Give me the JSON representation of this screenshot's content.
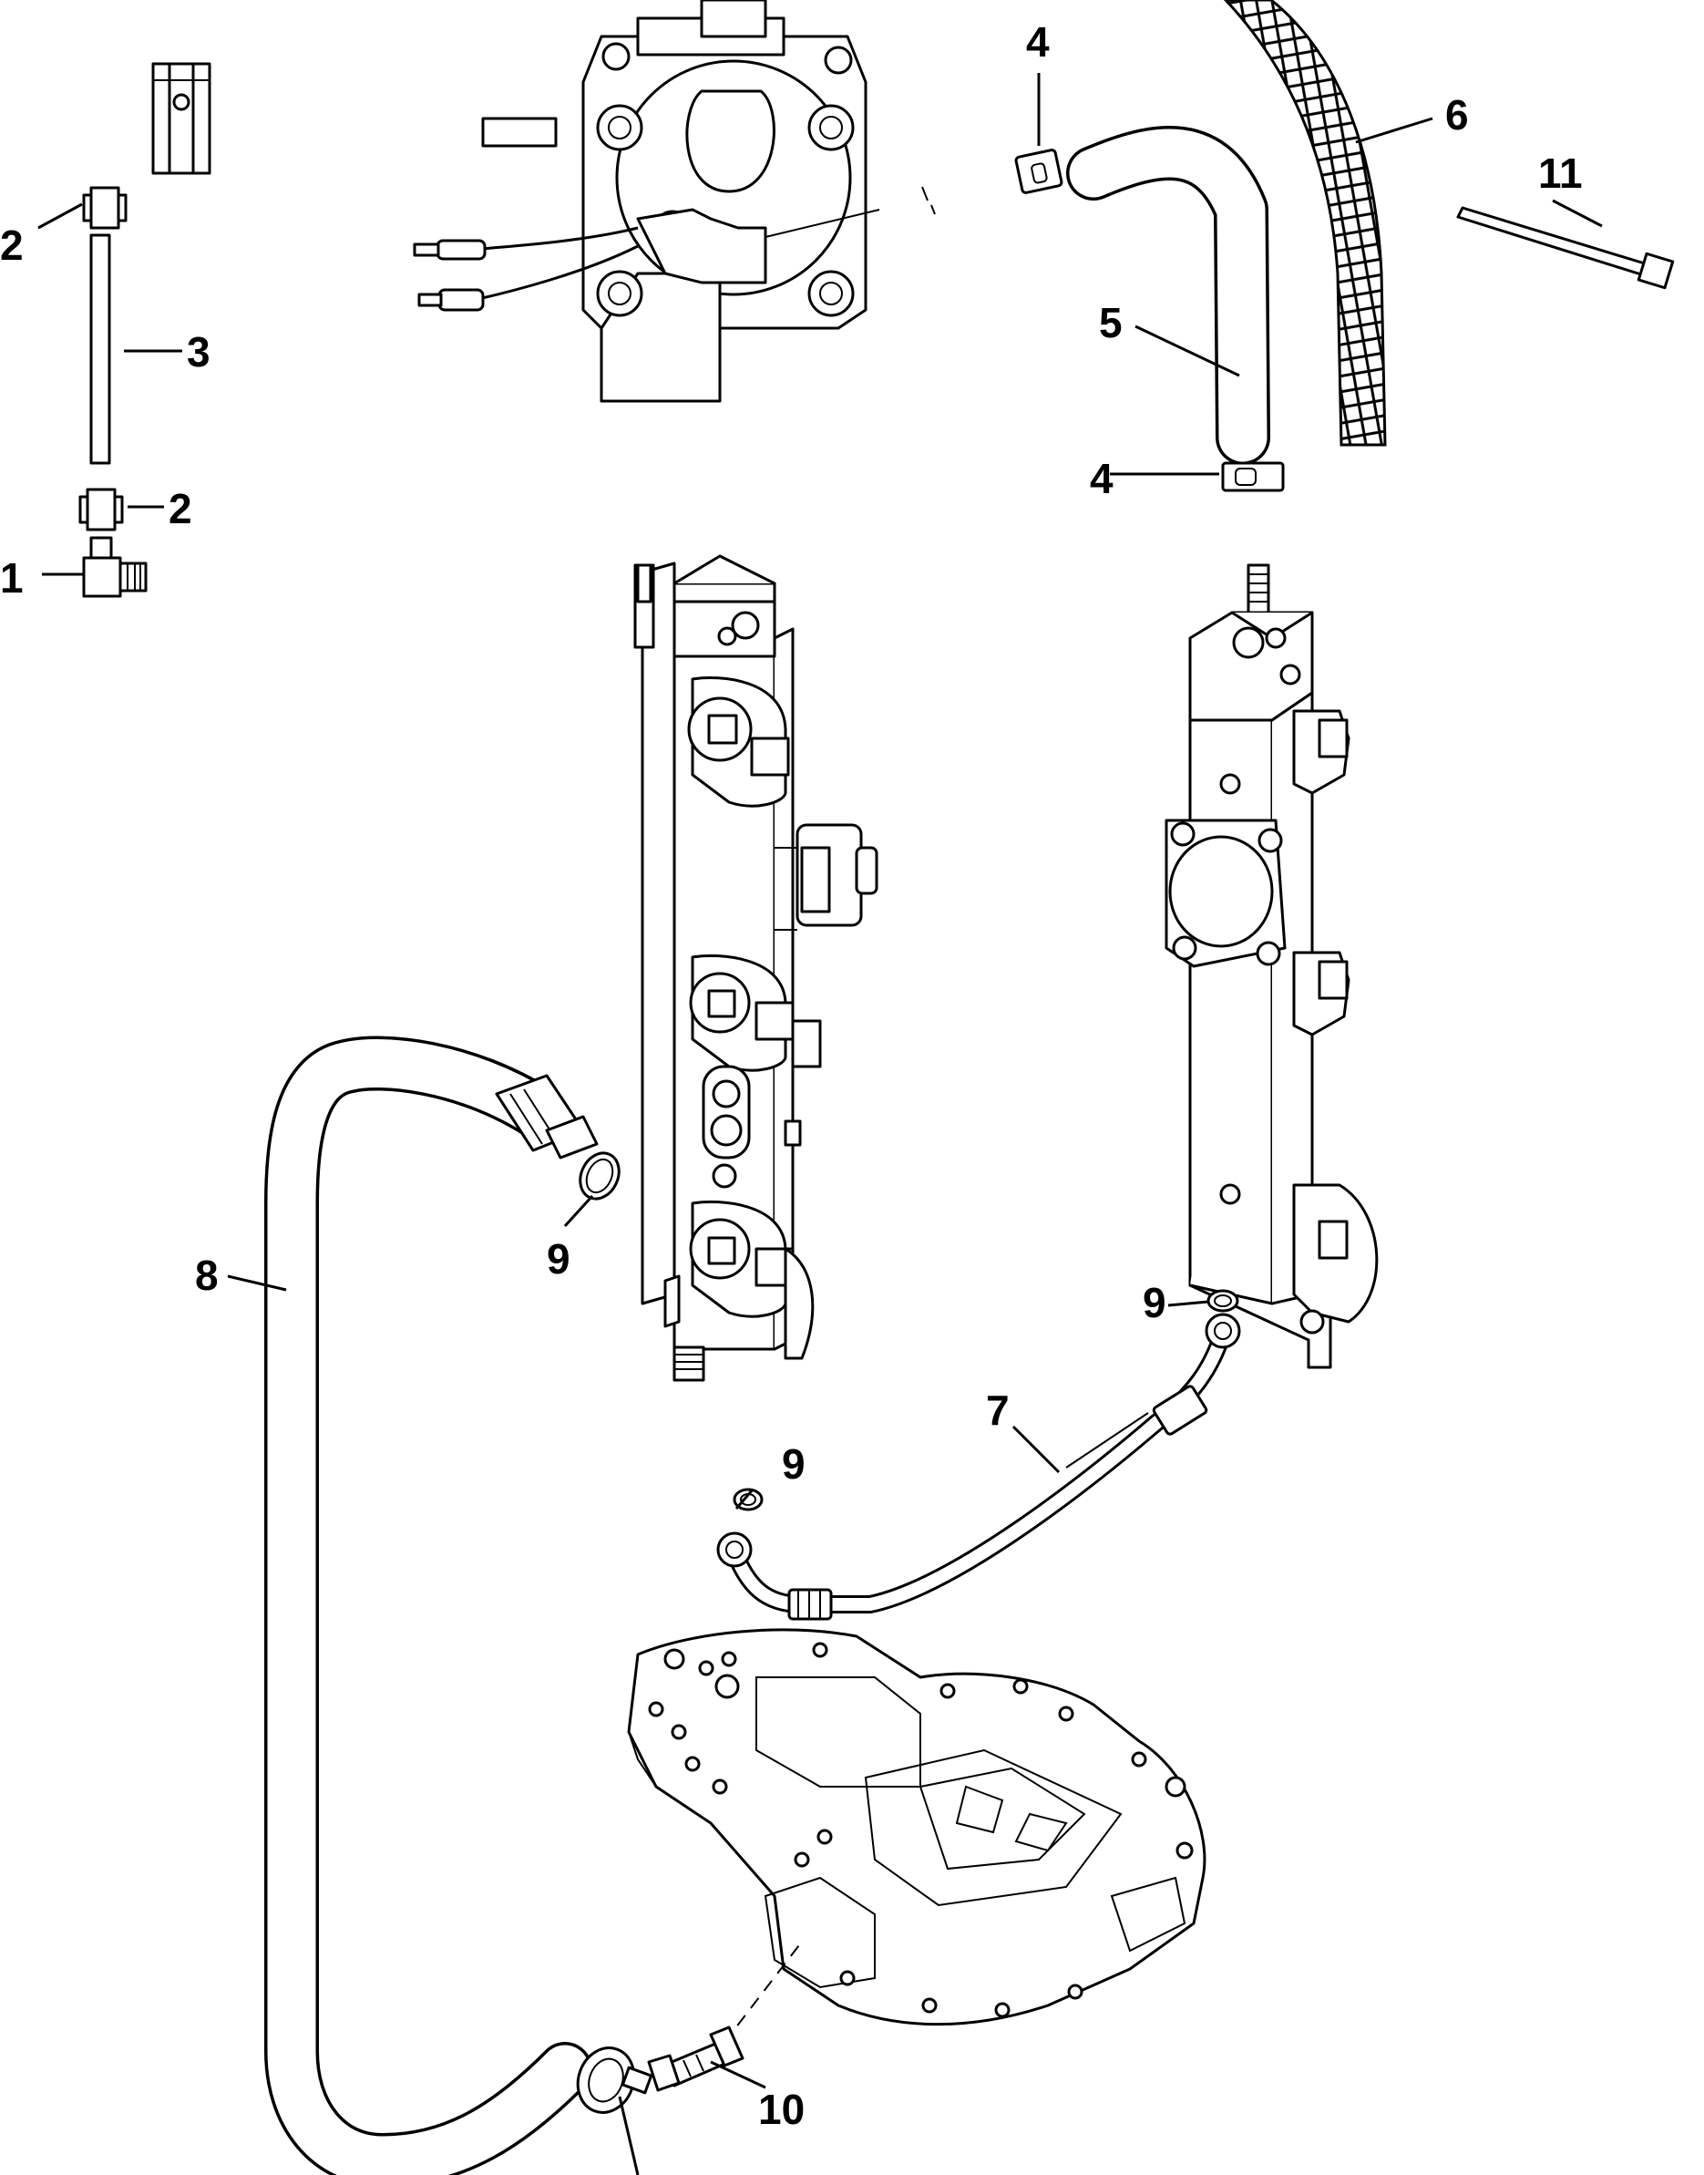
{
  "diagram": {
    "callouts": [
      "1",
      "2",
      "2",
      "3",
      "4",
      "4",
      "5",
      "6",
      "7",
      "8",
      "9",
      "9",
      "9",
      "10",
      "11"
    ]
  }
}
